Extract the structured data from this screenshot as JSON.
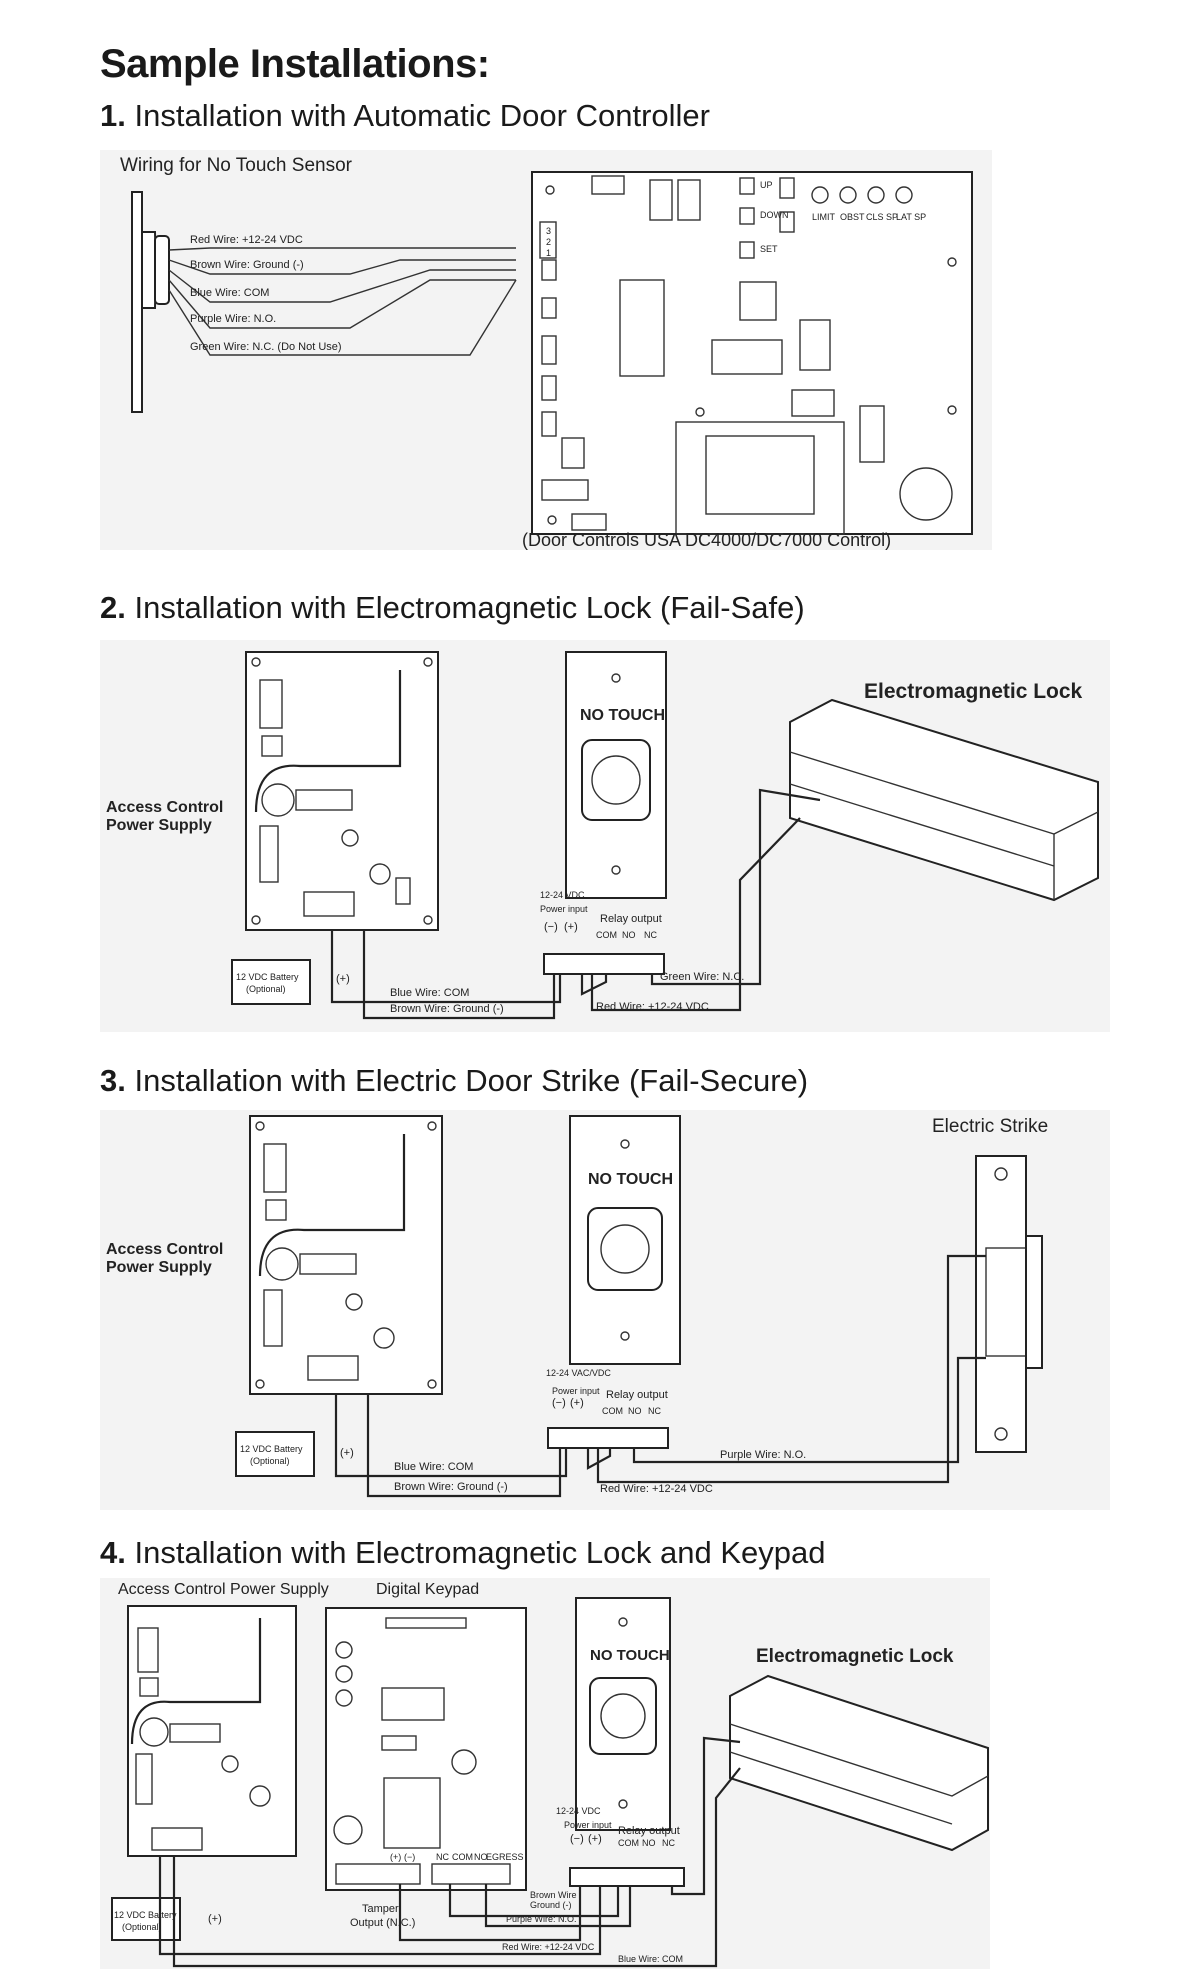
{
  "page_title": "Sample Installations:",
  "sections": [
    {
      "number": "1.",
      "title": "Installation with Automatic Door Controller",
      "panel_label": "Wiring for No Touch Sensor",
      "wires": [
        "Red Wire: +12-24 VDC",
        "Brown Wire: Ground (-)",
        "Blue Wire: COM",
        "Purple Wire: N.O.",
        "Green Wire: N.C. (Do Not Use)"
      ],
      "terminals": [
        "3",
        "2",
        "1"
      ],
      "board_labels": [
        "UP",
        "DOWN",
        "SET",
        "LIMIT",
        "OBST",
        "CLS SP",
        "LAT SP"
      ],
      "caption": "(Door Controls USA DC4000/DC7000 Control)"
    },
    {
      "number": "2.",
      "title": "Installation with Electromagnetic Lock (Fail-Safe)",
      "power_supply_label": [
        "Access Control",
        "Power Supply"
      ],
      "device_label": "Electromagnetic Lock",
      "button_label": "NO TOUCH",
      "relay": {
        "voltage": "12-24 VDC",
        "power_input": "Power input",
        "minus": "(−)",
        "plus": "(+)",
        "relay_output": "Relay output",
        "com": "COM",
        "no": "NO",
        "nc": "NC"
      },
      "battery": [
        "12 VDC Battery",
        "(Optional)"
      ],
      "plus_mark": "(+)",
      "wires": {
        "blue": "Blue Wire: COM",
        "brown": "Brown Wire: Ground (-)",
        "red": "Red Wire: +12-24 VDC",
        "signal": "Green Wire: N.C."
      }
    },
    {
      "number": "3.",
      "title": "Installation with Electric Door Strike (Fail-Secure)",
      "power_supply_label": [
        "Access Control",
        "Power Supply"
      ],
      "device_label": "Electric Strike",
      "button_label": "NO TOUCH",
      "relay": {
        "voltage": "12-24 VAC/VDC",
        "power_input": "Power input",
        "minus": "(−)",
        "plus": "(+)",
        "relay_output": "Relay output",
        "com": "COM",
        "no": "NO",
        "nc": "NC"
      },
      "battery": [
        "12 VDC Battery",
        "(Optional)"
      ],
      "plus_mark": "(+)",
      "wires": {
        "blue": "Blue Wire: COM",
        "brown": "Brown Wire: Ground (-)",
        "red": "Red Wire: +12-24 VDC",
        "signal": "Purple Wire: N.O."
      }
    },
    {
      "number": "4.",
      "title": "Installation with Electromagnetic Lock and Keypad",
      "power_supply_label": "Access Control Power Supply",
      "keypad_label": "Digital Keypad",
      "device_label": "Electromagnetic Lock",
      "button_label": "NO TOUCH",
      "keypad_terminals": [
        "NC",
        "COM",
        "NO",
        "EGRESS"
      ],
      "keypad_power": [
        "(+)",
        "(−)"
      ],
      "relay": {
        "voltage": "12-24 VDC",
        "power_input": "Power input",
        "minus": "(−)",
        "plus": "(+)",
        "relay_output": "Relay output",
        "com": "COM",
        "no": "NO",
        "nc": "NC"
      },
      "battery": [
        "12 VDC Battery",
        "(Optional)"
      ],
      "plus_mark": "(+)",
      "tamper": [
        "Tamper",
        "Output (N.C.)"
      ],
      "wires": {
        "brown": [
          "Brown Wire",
          "Ground (-)"
        ],
        "purple": "Purple Wire: N.O.",
        "red": "Red Wire: +12-24 VDC",
        "blue": "Blue Wire: COM"
      }
    }
  ]
}
